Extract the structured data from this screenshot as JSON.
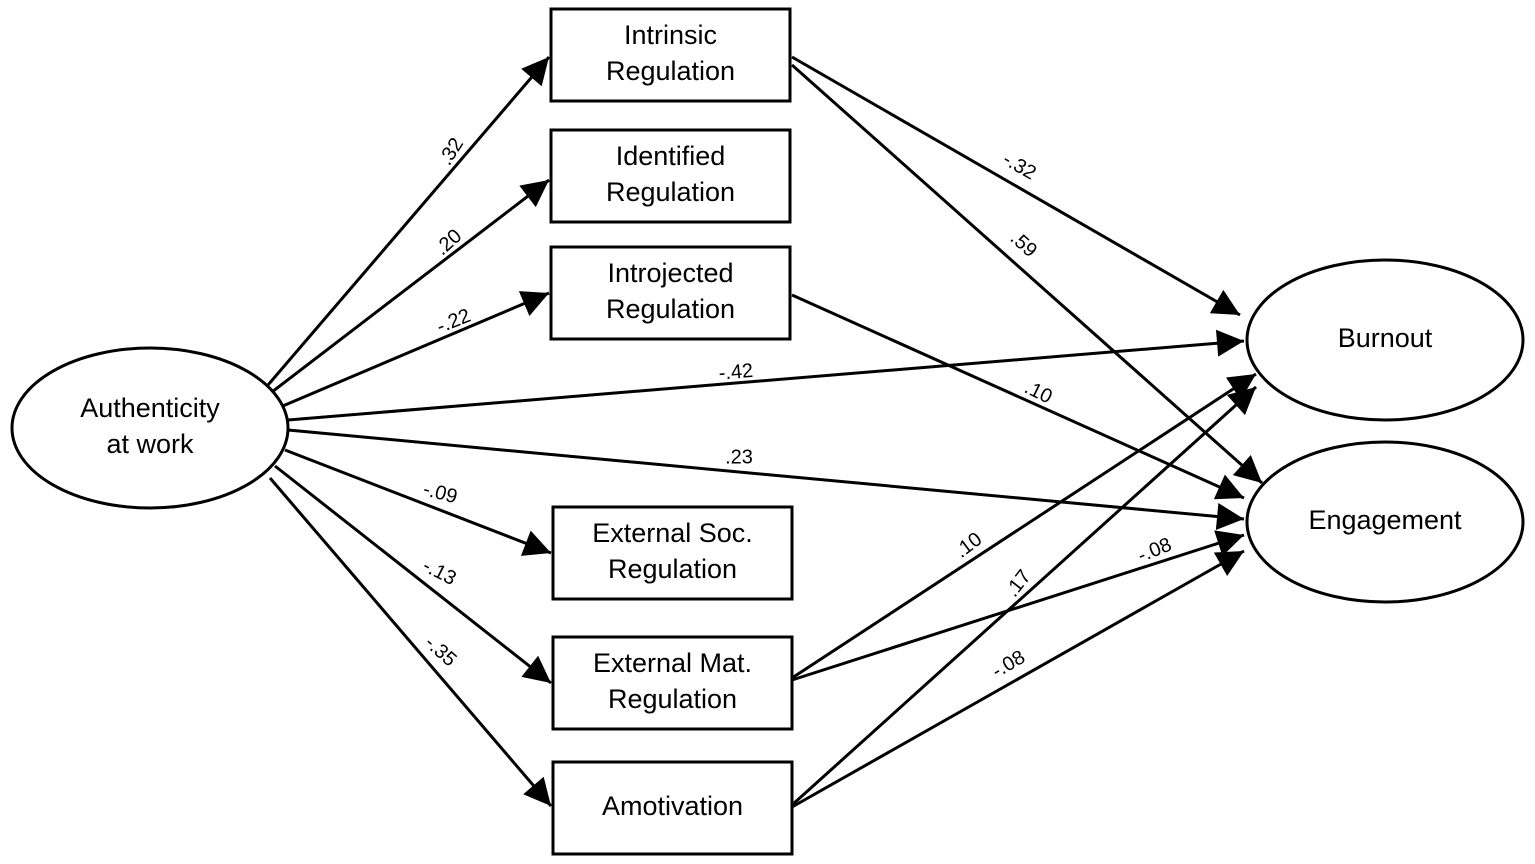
{
  "nodes": {
    "authenticity": {
      "shape": "ellipse",
      "lines": [
        "Authenticity",
        "at work"
      ]
    },
    "intrinsic": {
      "shape": "rect",
      "lines": [
        "Intrinsic",
        "Regulation"
      ]
    },
    "identified": {
      "shape": "rect",
      "lines": [
        "Identified",
        "Regulation"
      ]
    },
    "introjected": {
      "shape": "rect",
      "lines": [
        "Introjected",
        "Regulation"
      ]
    },
    "external_soc": {
      "shape": "rect",
      "lines": [
        "External Soc.",
        "Regulation"
      ]
    },
    "external_mat": {
      "shape": "rect",
      "lines": [
        "External Mat.",
        "Regulation"
      ]
    },
    "amotivation": {
      "shape": "rect",
      "lines": [
        "Amotivation"
      ]
    },
    "burnout": {
      "shape": "ellipse",
      "lines": [
        "Burnout"
      ]
    },
    "engagement": {
      "shape": "ellipse",
      "lines": [
        "Engagement"
      ]
    }
  },
  "edges": [
    {
      "from": "authenticity",
      "to": "intrinsic",
      "label": ".32"
    },
    {
      "from": "authenticity",
      "to": "identified",
      "label": ".20"
    },
    {
      "from": "authenticity",
      "to": "introjected",
      "label": "-.22"
    },
    {
      "from": "authenticity",
      "to": "burnout",
      "label": "-.42"
    },
    {
      "from": "authenticity",
      "to": "engagement",
      "label": ".23"
    },
    {
      "from": "authenticity",
      "to": "external_soc",
      "label": "-.09"
    },
    {
      "from": "authenticity",
      "to": "external_mat",
      "label": "-.13"
    },
    {
      "from": "authenticity",
      "to": "amotivation",
      "label": "-.35"
    },
    {
      "from": "intrinsic",
      "to": "burnout",
      "label": "-.32"
    },
    {
      "from": "intrinsic",
      "to": "engagement",
      "label": ".59"
    },
    {
      "from": "introjected",
      "to": "engagement",
      "label": ".10"
    },
    {
      "from": "external_mat",
      "to": "burnout",
      "label": ".10"
    },
    {
      "from": "external_mat",
      "to": "engagement",
      "label": "-.08"
    },
    {
      "from": "amotivation",
      "to": "burnout",
      "label": ".17"
    },
    {
      "from": "amotivation",
      "to": "engagement",
      "label": "-.08"
    }
  ]
}
